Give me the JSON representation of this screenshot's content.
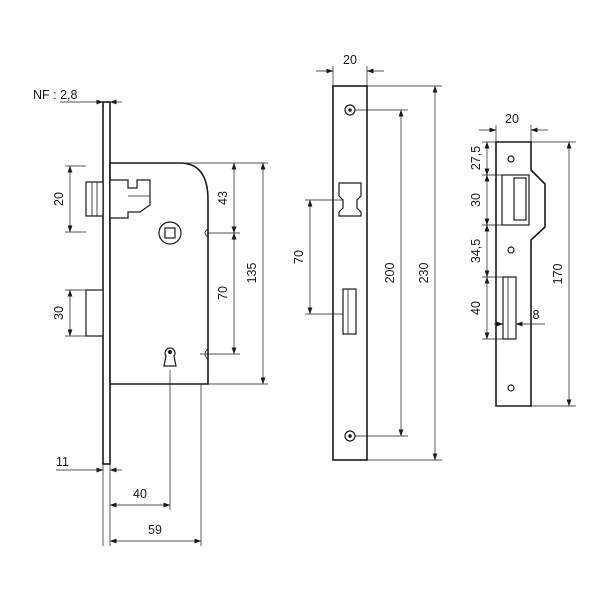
{
  "lock_body": {
    "nf_label": "NF : 2,8",
    "dims": {
      "latch_height": "20",
      "deadbolt_height": "30",
      "spindle_from_top": "43",
      "spindle_to_keyhole": "70",
      "case_height": "135",
      "forend_offset": "11",
      "backset": "40",
      "case_depth": "59"
    }
  },
  "faceplate": {
    "dims": {
      "width": "20",
      "spacing": "70",
      "screw_centers": "200",
      "length": "230"
    }
  },
  "strike_plate": {
    "dims": {
      "width": "20",
      "top_offset": "27,5",
      "latch_slot": "30",
      "gap": "34,5",
      "bolt_slot": "40",
      "depth": "8",
      "length": "170"
    }
  }
}
